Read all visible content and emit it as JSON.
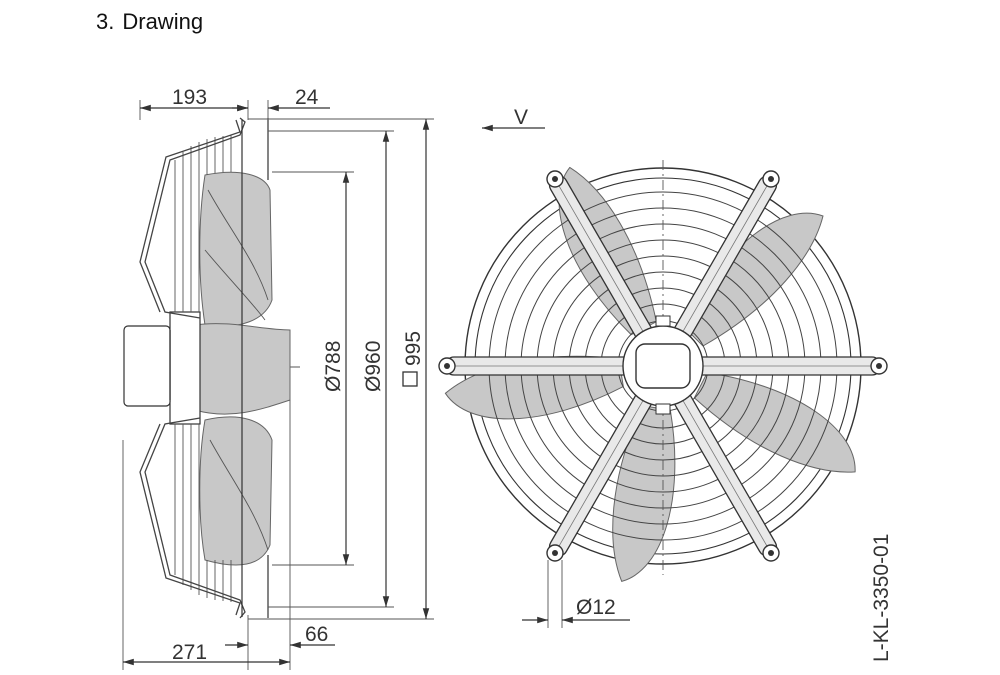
{
  "section": {
    "number": "3.",
    "title": "Drawing"
  },
  "dimensions": {
    "top_left": "193",
    "top_right": "24",
    "bottom_left": "271",
    "bottom_right": "66",
    "dia_blade": "Ø788",
    "dia_ring": "Ø960",
    "square": "995",
    "hole": "Ø12"
  },
  "view_label": "V",
  "drawing_code": "L-KL-3350-01"
}
